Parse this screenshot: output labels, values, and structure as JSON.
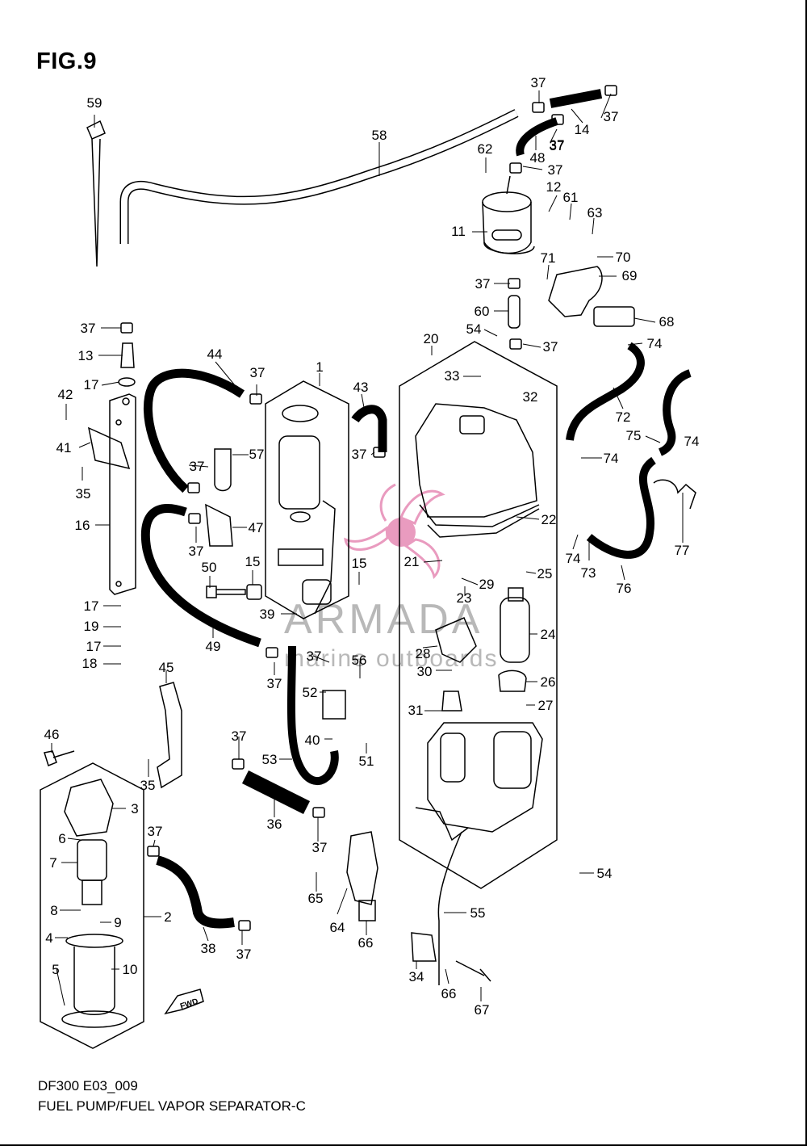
{
  "figure": {
    "title": "FIG.9",
    "code": "DF300 E03_009",
    "name": "FUEL PUMP/FUEL VAPOR SEPARATOR-C"
  },
  "watermark": {
    "brand": "ARMADA",
    "tagline": "marine outboards",
    "logo_color": "#e68ab4"
  },
  "direction_marker": "FWD",
  "callouts": [
    "59",
    "58",
    "37",
    "37",
    "14",
    "37",
    "48",
    "37",
    "62",
    "37",
    "12",
    "61",
    "63",
    "11",
    "70",
    "71",
    "69",
    "37",
    "60",
    "68",
    "54",
    "37",
    "20",
    "74",
    "37",
    "13",
    "44",
    "1",
    "43",
    "17",
    "42",
    "33",
    "32",
    "37",
    "72",
    "41",
    "75",
    "74",
    "37",
    "57",
    "37",
    "74",
    "35",
    "47",
    "22",
    "16",
    "77",
    "37",
    "74",
    "73",
    "50",
    "15",
    "15",
    "21",
    "29",
    "25",
    "76",
    "23",
    "17",
    "39",
    "24",
    "19",
    "49",
    "17",
    "37",
    "28",
    "56",
    "30",
    "18",
    "37",
    "26",
    "52",
    "31",
    "45",
    "27",
    "46",
    "37",
    "40",
    "51",
    "53",
    "35",
    "3",
    "36",
    "37",
    "6",
    "37",
    "65",
    "54",
    "7",
    "55",
    "8",
    "9",
    "2",
    "64",
    "66",
    "4",
    "38",
    "37",
    "5",
    "10",
    "34",
    "66",
    "67"
  ],
  "colors": {
    "line": "#000000",
    "background": "#ffffff"
  }
}
